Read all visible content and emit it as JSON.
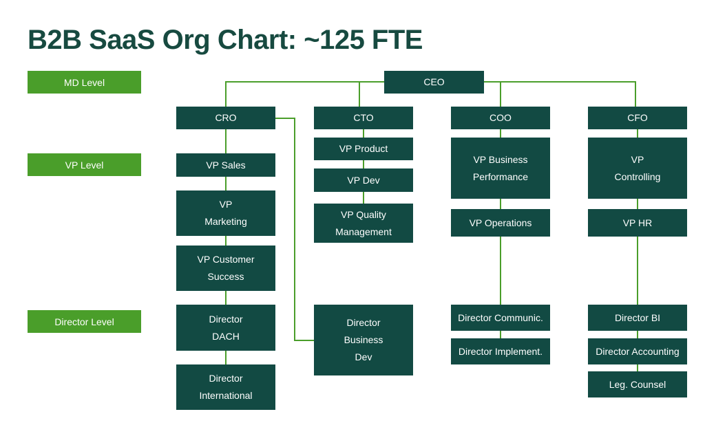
{
  "title": "B2B SaaS Org Chart: ~125 FTE",
  "levels": {
    "md": "MD Level",
    "vp": "VP Level",
    "director": "Director Level"
  },
  "nodes": {
    "ceo": "CEO",
    "cro": "CRO",
    "cto": "CTO",
    "coo": "COO",
    "cfo": "CFO",
    "vp_sales": "VP Sales",
    "vp_marketing": "VP\nMarketing",
    "vp_customer_success": "VP Customer\nSuccess",
    "director_dach": "Director\nDACH",
    "director_international": "Director\nInternational",
    "vp_product": "VP Product",
    "vp_dev": "VP Dev",
    "vp_quality": "VP Quality\nManagement",
    "director_business_dev": "Director\nBusiness\nDev",
    "vp_business_performance": "VP Business\nPerformance",
    "vp_operations": "VP Operations",
    "director_communic": "Director Communic.",
    "director_implement": "Director Implement.",
    "vp_controlling": "VP\nControlling",
    "vp_hr": "VP HR",
    "director_bi": "Director BI",
    "director_accounting": "Director Accounting",
    "leg_counsel": "Leg. Counsel"
  },
  "colors": {
    "title": "#174a40",
    "box": "#124a43",
    "level": "#4a9e2a",
    "connector": "#4a9e2a"
  }
}
